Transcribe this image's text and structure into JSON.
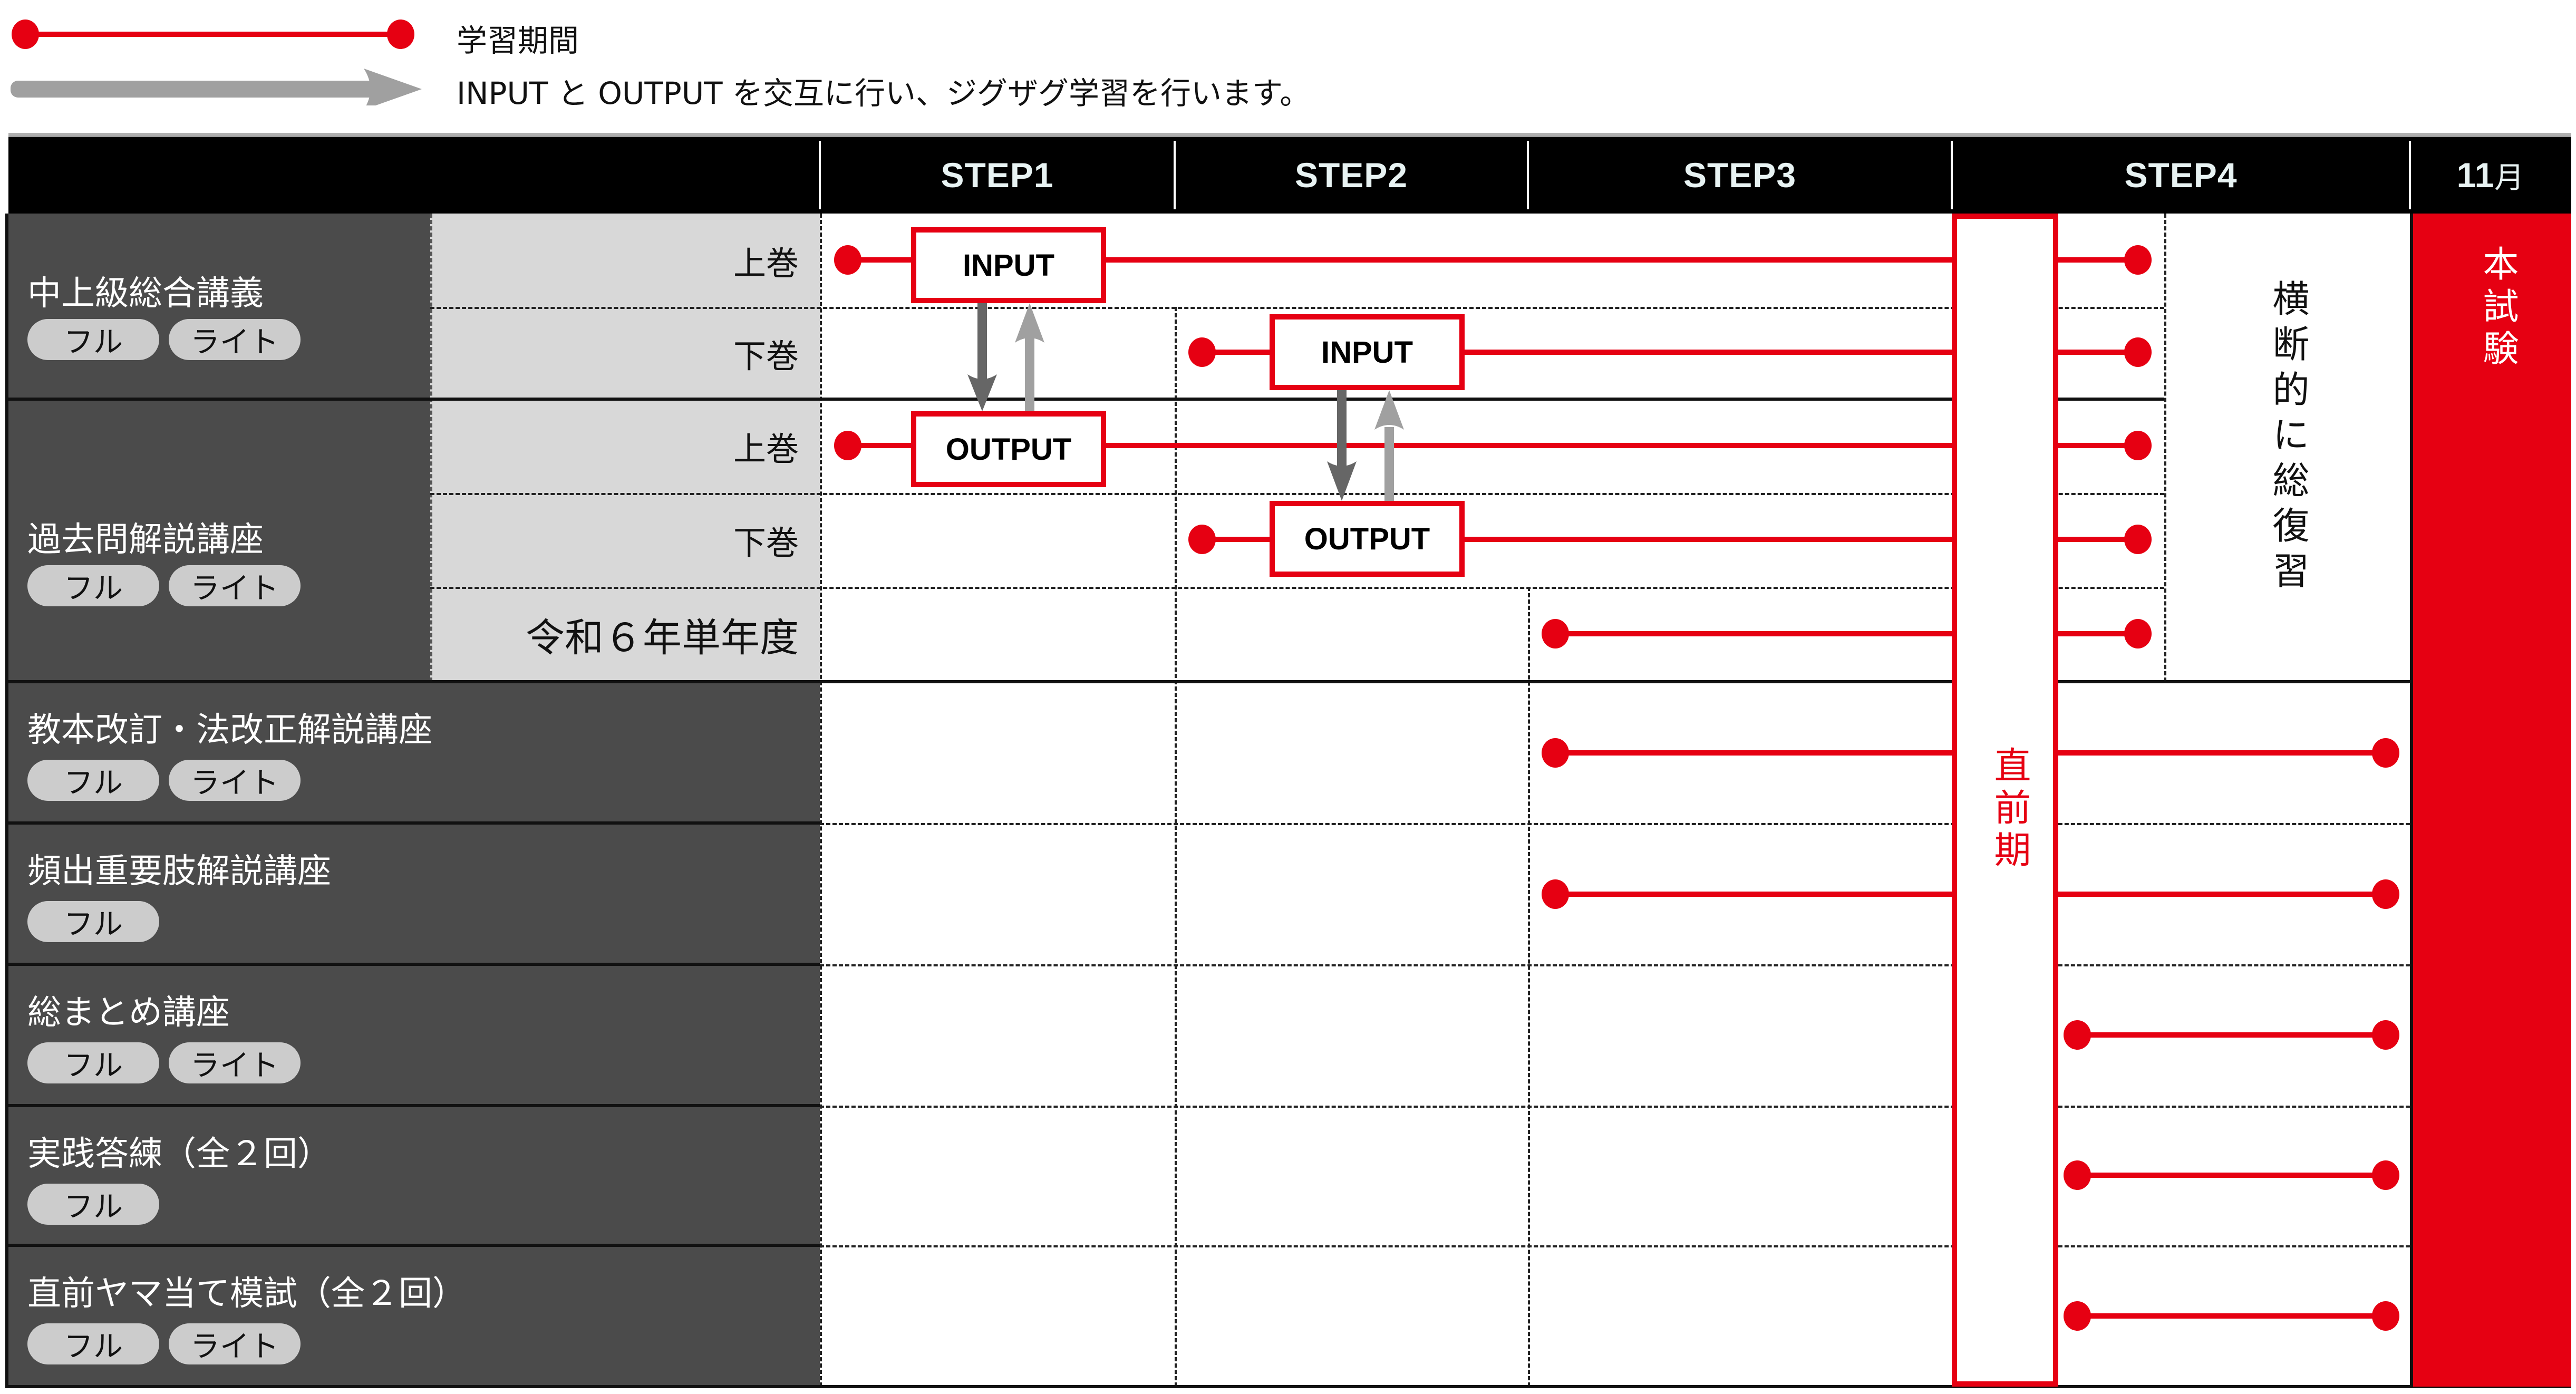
{
  "legend": {
    "period_label": "学習期間",
    "zigzag_label": "INPUT と OUTPUT を交互に行い、ジグザグ学習を行います。"
  },
  "header": {
    "steps": [
      "STEP1",
      "STEP2",
      "STEP3",
      "STEP4"
    ],
    "month_number": "11",
    "month_unit": "月"
  },
  "courses": [
    {
      "name": "中上級総合講義",
      "plans": [
        "フル",
        "ライト"
      ],
      "volumes": [
        "上巻",
        "下巻"
      ]
    },
    {
      "name": "過去問解説講座",
      "plans": [
        "フル",
        "ライト"
      ],
      "volumes": [
        "上巻",
        "下巻",
        "令和６年単年度"
      ]
    },
    {
      "name": "教本改訂・法改正解説講座",
      "plans": [
        "フル",
        "ライト"
      ]
    },
    {
      "name": "頻出重要肢解説講座",
      "plans": [
        "フル"
      ]
    },
    {
      "name": "総まとめ講座",
      "plans": [
        "フル",
        "ライト"
      ]
    },
    {
      "name": "実践答練（全２回）",
      "plans": [
        "フル"
      ]
    },
    {
      "name": "直前ヤマ当て模試（全２回）",
      "plans": [
        "フル",
        "ライト"
      ]
    }
  ],
  "boxes": {
    "input_label": "INPUT",
    "output_label": "OUTPUT"
  },
  "phases": {
    "pre_exam": "直前期",
    "cross_review": "横断的に総復習",
    "exam": "本試験"
  },
  "schedule": [
    {
      "row": "中上級総合講義 上巻",
      "start": "STEP1",
      "end": "STEP4",
      "box": "INPUT"
    },
    {
      "row": "中上級総合講義 下巻",
      "start": "STEP2",
      "end": "STEP4",
      "box": "INPUT"
    },
    {
      "row": "過去問解説講座 上巻",
      "start": "STEP1",
      "end": "STEP4",
      "box": "OUTPUT"
    },
    {
      "row": "過去問解説講座 下巻",
      "start": "STEP2",
      "end": "STEP4",
      "box": "OUTPUT"
    },
    {
      "row": "過去問解説講座 令和６年単年度",
      "start": "STEP3",
      "end": "STEP4"
    },
    {
      "row": "教本改訂・法改正解説講座",
      "start": "STEP3",
      "end": "本試験"
    },
    {
      "row": "頻出重要肢解説講座",
      "start": "STEP3",
      "end": "本試験"
    },
    {
      "row": "総まとめ講座",
      "start": "STEP4",
      "end": "本試験"
    },
    {
      "row": "実践答練（全２回）",
      "start": "STEP4",
      "end": "本試験"
    },
    {
      "row": "直前ヤマ当て模試（全２回）",
      "start": "STEP4",
      "end": "本試験"
    }
  ],
  "colors": {
    "accent_red": "#e60012",
    "header_black": "#000000",
    "course_bg": "#4b4b4b",
    "volume_bg": "#d8d8d8",
    "pill_bg": "#cccccc",
    "arrow_dark": "#666666",
    "arrow_light": "#a0a0a0"
  }
}
